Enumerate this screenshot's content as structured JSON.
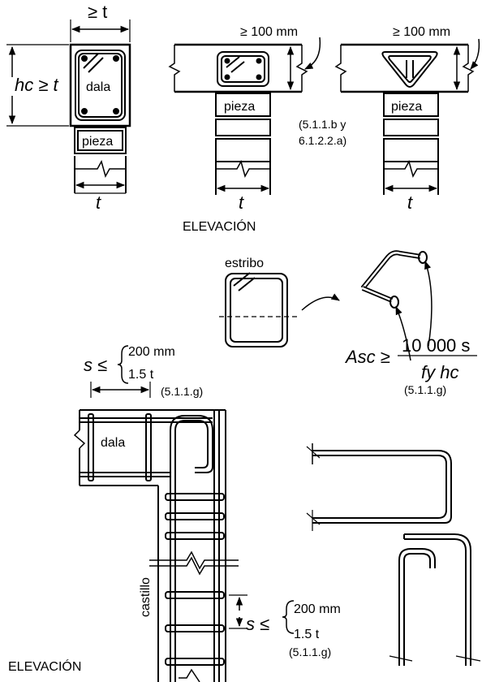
{
  "labels": {
    "ge_t_top": "≥ t",
    "hc_ge_t": "hc ≥ t",
    "dala_section": "dala",
    "pieza_1": "pieza",
    "pieza_2": "pieza",
    "pieza_3": "pieza",
    "t_1": "t",
    "t_2": "t",
    "t_3": "t",
    "dim_100_a": "≥ 100 mm",
    "dim_100_b": "≥ 100 mm",
    "ref_5112": "(5.1.1.b y",
    "ref_61122": "6.1.2.2.a)",
    "elevacion_1": "ELEVACIÓN",
    "estribo": "estribo",
    "formula_lhs": "Asc ≥",
    "formula_num": "10 000 s",
    "formula_den": "fy hc",
    "ref_511g_1": "(5.1.1.g)",
    "s_le_top": "s ≤",
    "s_opt1_top": "200 mm",
    "s_opt2_top": "1.5 t",
    "ref_511g_2": "(5.1.1.g)",
    "dala_elev": "dala",
    "castillo": "castillo",
    "s_le_bot": "s ≤",
    "s_opt1_bot": "200 mm",
    "s_opt2_bot": "1.5 t",
    "ref_511g_3": "(5.1.1.g)",
    "elevacion_2": "ELEVACIÓN"
  }
}
